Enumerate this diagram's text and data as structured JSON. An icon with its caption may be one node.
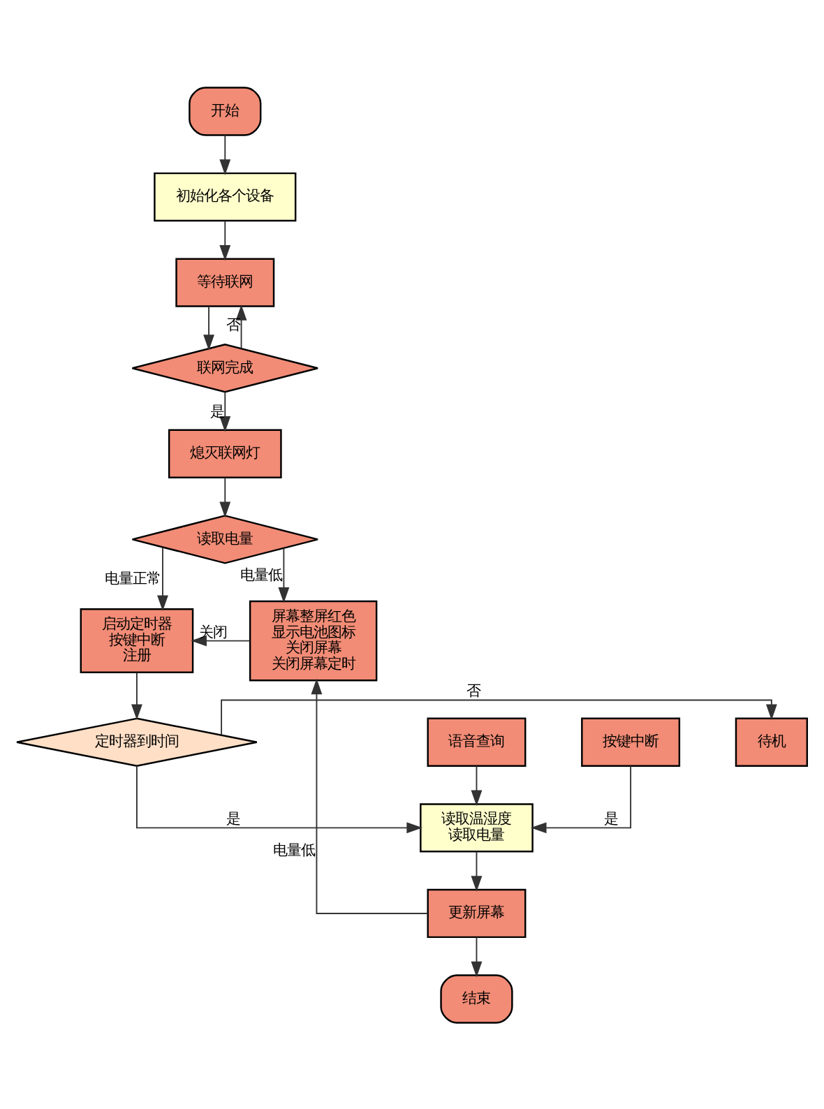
{
  "diagram": {
    "nodes": [
      {
        "text": [
          "开始"
        ]
      },
      {
        "text": [
          "初始化各个设备"
        ]
      },
      {
        "text": [
          "等待联网"
        ]
      },
      {
        "text": [
          "联网完成"
        ]
      },
      {
        "text": [
          "熄灭联网灯"
        ]
      },
      {
        "text": [
          "读取电量"
        ]
      },
      {
        "text": [
          "启动定时器",
          "按键中断",
          "注册"
        ]
      },
      {
        "text": [
          "屏幕整屏红色",
          "显示电池图标",
          "关闭屏幕",
          "关闭屏幕定时"
        ]
      },
      {
        "text": [
          "待机"
        ]
      },
      {
        "text": [
          "定时器到时间"
        ]
      },
      {
        "text": [
          "语音查询"
        ]
      },
      {
        "text": [
          "按键中断"
        ]
      },
      {
        "text": [
          "读取温湿度",
          "读取电量"
        ]
      },
      {
        "text": [
          "更新屏幕"
        ]
      },
      {
        "text": [
          "结束"
        ]
      }
    ],
    "edges": [
      {
        "from": 0,
        "to": 1,
        "arrow": "to"
      },
      {
        "from": 1,
        "to": 2,
        "arrow": "to"
      },
      {
        "from": 2,
        "to": 3,
        "arrow": "to"
      },
      {
        "from": 3,
        "to": 2,
        "arrow": "to",
        "label": "否"
      },
      {
        "from": 3,
        "to": 4,
        "arrow": "to",
        "label": "是"
      },
      {
        "from": 4,
        "to": 5,
        "arrow": "to"
      },
      {
        "from": 5,
        "to": 7,
        "arrow": "to",
        "label": "电量低"
      },
      {
        "from": 5,
        "to": 6,
        "arrow": "to",
        "label": "电量正常"
      },
      {
        "from": 7,
        "to": 6,
        "arrow": "to",
        "label": "关闭"
      },
      {
        "from": 6,
        "to": 9,
        "arrow": "to"
      },
      {
        "from": 9,
        "to": 8,
        "arrow": "to",
        "label": "否"
      },
      {
        "from": 9,
        "to": 12,
        "arrow": "to",
        "label": "是"
      },
      {
        "from": 10,
        "to": 12,
        "arrow": "to"
      },
      {
        "from": 11,
        "to": 12,
        "arrow": "to",
        "label": "是"
      },
      {
        "from": 12,
        "to": 13,
        "arrow": "to"
      },
      {
        "from": 13,
        "to": 7,
        "arrow": "to",
        "label": "电量低"
      },
      {
        "from": 13,
        "to": 14,
        "arrow": "to"
      }
    ]
  }
}
